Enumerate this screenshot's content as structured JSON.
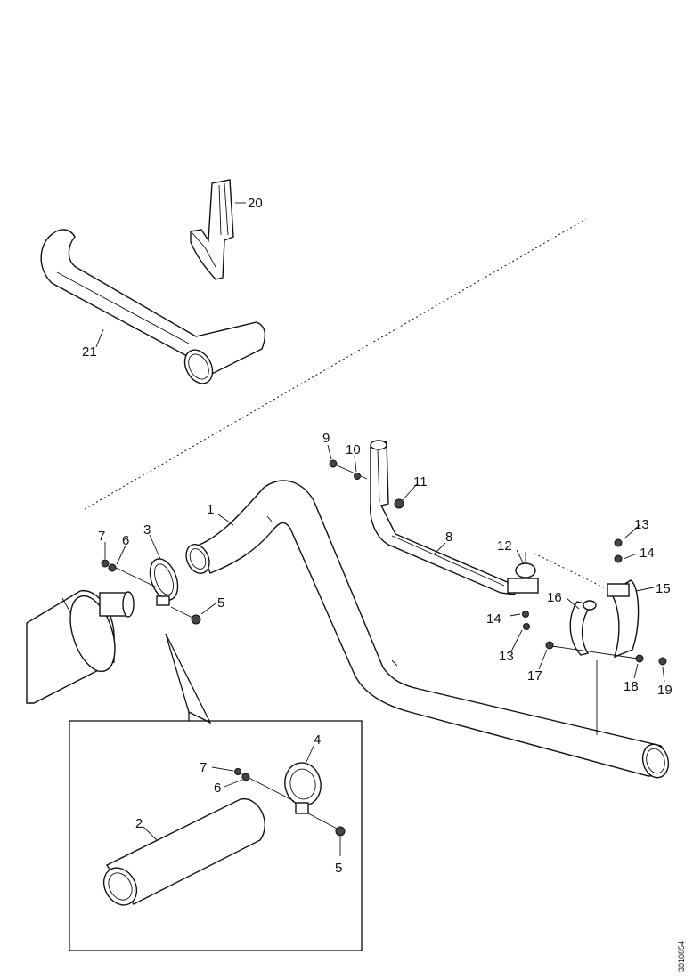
{
  "diagram": {
    "callouts": {
      "c1": "1",
      "c2": "2",
      "c3": "3",
      "c4": "4",
      "c5a": "5",
      "c5b": "5",
      "c6a": "6",
      "c6b": "6",
      "c7a": "7",
      "c7b": "7",
      "c8": "8",
      "c9": "9",
      "c10": "10",
      "c11": "11",
      "c12": "12",
      "c13a": "13",
      "c13b": "13",
      "c14a": "14",
      "c14b": "14",
      "c15": "15",
      "c16": "16",
      "c17": "17",
      "c18": "18",
      "c19": "19",
      "c20": "20",
      "c21": "21"
    },
    "drawing_code": "3010854"
  }
}
